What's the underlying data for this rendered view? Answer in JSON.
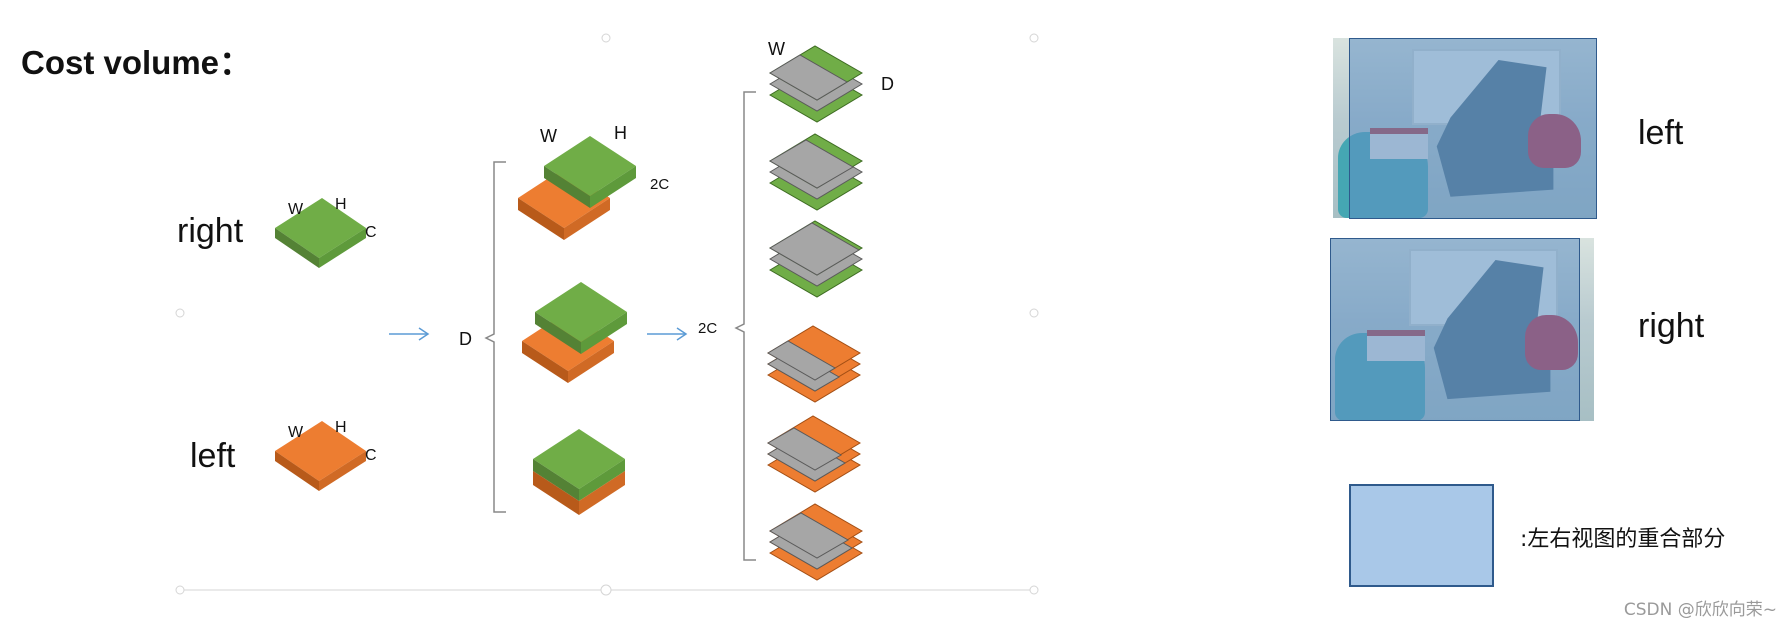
{
  "title": "Cost volume：",
  "inputs": {
    "right": {
      "label": "right",
      "w": "W",
      "h": "H",
      "c": "C"
    },
    "left": {
      "label": "left",
      "w": "W",
      "h": "H",
      "c": "C"
    }
  },
  "stage2": {
    "w": "W",
    "h": "H",
    "depth": "2C",
    "bracket": "D"
  },
  "stage3": {
    "w": "W",
    "d": "D",
    "bracket": "2C"
  },
  "photos": {
    "left_label": "left",
    "right_label": "right"
  },
  "legend": {
    "text": ":左右视图的重合部分",
    "color": "#a9c8e8"
  },
  "watermark": "CSDN @欣欣向荣~",
  "colors": {
    "green_top": "#70ad47",
    "green_side_l": "#548235",
    "green_side_r": "#5e9a3b",
    "orange_top": "#ed7d31",
    "orange_side_l": "#b85a1a",
    "orange_side_r": "#d06a25",
    "gray": "#a6a6a6",
    "arrow": "#5b9bd5",
    "overlap_blue": "#5f8fc3"
  }
}
